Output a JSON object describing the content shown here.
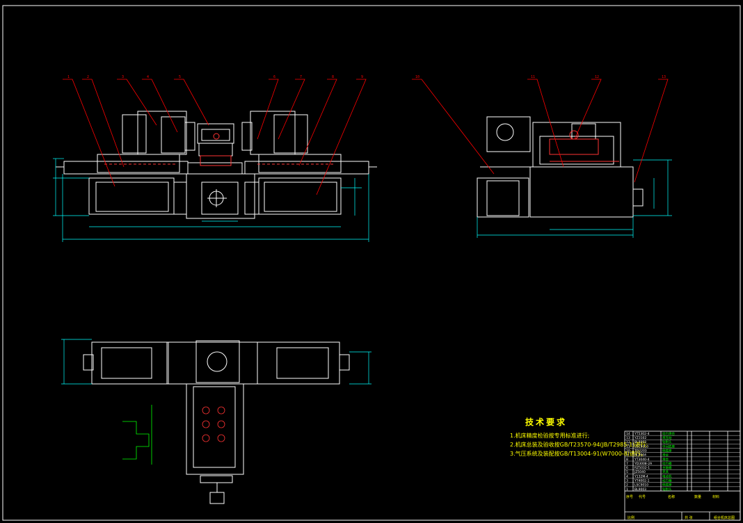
{
  "drawing": {
    "colors": {
      "background": "#000000",
      "outline": "#ffffff",
      "dimension": "#00ffff",
      "leader": "#ff0000",
      "part": "#ff4444",
      "annotation": "#ffff00",
      "green": "#00ff00"
    },
    "tech_requirements": {
      "title": "技术要求",
      "lines": [
        "1.机床精度检验按专用标准进行;",
        "2.机床总装及验收按GB/T23570-94(JB/T2985-1)进行;",
        "3.气压系统及装配按GB/T13004-91(W7000-8)进行。"
      ]
    },
    "title_block": {
      "rows": [
        [
          "14",
          "YT5302-4",
          "动力滑台"
        ],
        [
          "13",
          "YZ3102",
          "液压站"
        ],
        [
          "12",
          "BL8003",
          "钻削头"
        ],
        [
          "11",
          "LSC9010",
          "中间底座"
        ],
        [
          "10",
          "TD2203",
          "侧底座"
        ],
        [
          "9",
          "BL9004",
          "滑台"
        ],
        [
          "8",
          "YT3040-4",
          "滑台"
        ],
        [
          "7",
          "YD3008-2A",
          "动力箱"
        ],
        [
          "6",
          "RZ5032-1",
          "主轴箱"
        ],
        [
          "5",
          "JZ5040",
          "夹具"
        ],
        [
          "4",
          "Y132M-4",
          "电动机"
        ],
        [
          "3",
          "YT4002-1",
          "动力箱"
        ],
        [
          "2",
          "LSC9010",
          "侧底座"
        ],
        [
          "1",
          "BL9003",
          "钻削头"
        ]
      ],
      "header_labels": [
        "序号",
        "代号",
        "名称",
        "数量",
        "材料"
      ],
      "drawing_title": "组合机床总图",
      "scale_label": "比例",
      "sheet_label": "共 张"
    },
    "callouts_front": [
      "1",
      "2",
      "3",
      "4",
      "5",
      "6",
      "7",
      "8",
      "9"
    ],
    "callouts_side": [
      "10",
      "11",
      "12",
      "13"
    ]
  }
}
